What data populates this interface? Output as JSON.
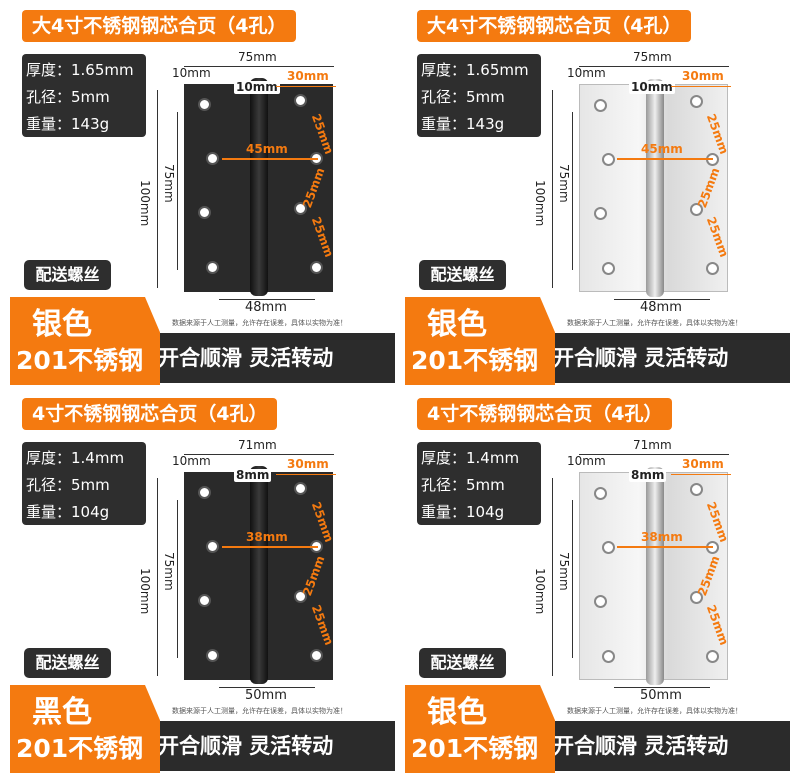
{
  "panels": [
    {
      "title": "大4寸不锈钢钢芯合页（4孔）",
      "finish": "black",
      "specs": [
        "厚度：1.65mm",
        "孔径：5mm",
        "重量：143g"
      ],
      "dims": {
        "width": "75mm",
        "edge": "10mm",
        "knuckle": "10mm",
        "hole_offset": "30mm",
        "height": "100mm",
        "hole_span": "75mm",
        "hole_distance": "45mm",
        "pitch": [
          "25mm",
          "25mm",
          "25mm"
        ],
        "bottom": "48mm"
      },
      "screws": "配送螺丝",
      "color": "银色",
      "material": "201不锈钢",
      "slogan": "开合顺滑 灵活转动",
      "note": "数据来源于人工测量，允许存在误差，具体以实物为准！"
    },
    {
      "title": "大4寸不锈钢钢芯合页（4孔）",
      "finish": "silver",
      "specs": [
        "厚度：1.65mm",
        "孔径：5mm",
        "重量：143g"
      ],
      "dims": {
        "width": "75mm",
        "edge": "10mm",
        "knuckle": "10mm",
        "hole_offset": "30mm",
        "height": "100mm",
        "hole_span": "75mm",
        "hole_distance": "45mm",
        "pitch": [
          "25mm",
          "25mm",
          "25mm"
        ],
        "bottom": "48mm"
      },
      "screws": "配送螺丝",
      "color": "银色",
      "material": "201不锈钢",
      "slogan": "开合顺滑 灵活转动",
      "note": "数据来源于人工测量，允许存在误差，具体以实物为准！"
    },
    {
      "title": "4寸不锈钢钢芯合页（4孔）",
      "finish": "black",
      "specs": [
        "厚度：1.4mm",
        "孔径：5mm",
        "重量：104g"
      ],
      "dims": {
        "width": "71mm",
        "edge": "10mm",
        "knuckle": "8mm",
        "hole_offset": "30mm",
        "height": "100mm",
        "hole_span": "75mm",
        "hole_distance": "38mm",
        "pitch": [
          "25mm",
          "25mm",
          "25mm"
        ],
        "bottom": "50mm"
      },
      "screws": "配送螺丝",
      "color": "黑色",
      "material": "201不锈钢",
      "slogan": "开合顺滑 灵活转动",
      "note": "数据来源于人工测量，允许存在误差，具体以实物为准！"
    },
    {
      "title": "4寸不锈钢钢芯合页（4孔）",
      "finish": "silver",
      "specs": [
        "厚度：1.4mm",
        "孔径：5mm",
        "重量：104g"
      ],
      "dims": {
        "width": "71mm",
        "edge": "10mm",
        "knuckle": "8mm",
        "hole_offset": "30mm",
        "height": "100mm",
        "hole_span": "75mm",
        "hole_distance": "38mm",
        "pitch": [
          "25mm",
          "25mm",
          "25mm"
        ],
        "bottom": "50mm"
      },
      "screws": "配送螺丝",
      "color": "银色",
      "material": "201不锈钢",
      "slogan": "开合顺滑 灵活转动",
      "note": "数据来源于人工测量，允许存在误差，具体以实物为准！"
    }
  ],
  "colors": {
    "accent": "#f47a10",
    "dark": "#2b2b2b"
  }
}
